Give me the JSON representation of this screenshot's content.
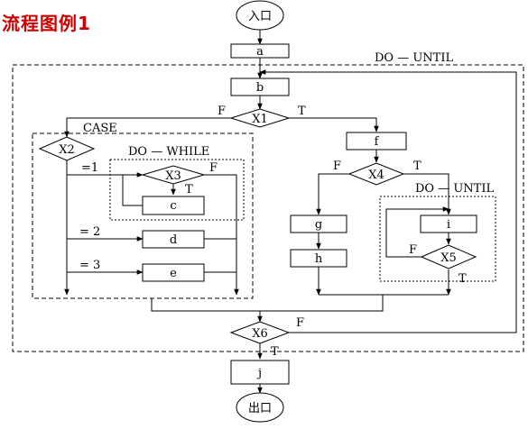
{
  "title": "流程图例1",
  "start_label": "入口",
  "end_label": "出口",
  "process": {
    "a": "a",
    "b": "b",
    "c": "c",
    "d": "d",
    "e": "e",
    "f": "f",
    "g": "g",
    "h": "h",
    "i": "i",
    "j": "j"
  },
  "decision": {
    "x1": "X1",
    "x2": "X2",
    "x3": "X3",
    "x4": "X4",
    "x5": "X5",
    "x6": "X6"
  },
  "regions": {
    "outer_loop": "DO — UNTIL",
    "case": "CASE",
    "do_while": "DO — WHILE",
    "inner_loop": "DO — UNTIL"
  },
  "branch": {
    "x1_false": "F",
    "x1_true": "T",
    "x2_case1": "=1",
    "x2_case2": "= 2",
    "x2_case3": "= 3",
    "x3_false": "F",
    "x3_true": "T",
    "x4_false": "F",
    "x4_true": "T",
    "x5_false": "F",
    "x5_true": "T",
    "x6_false": "F",
    "x6_true": "T"
  }
}
